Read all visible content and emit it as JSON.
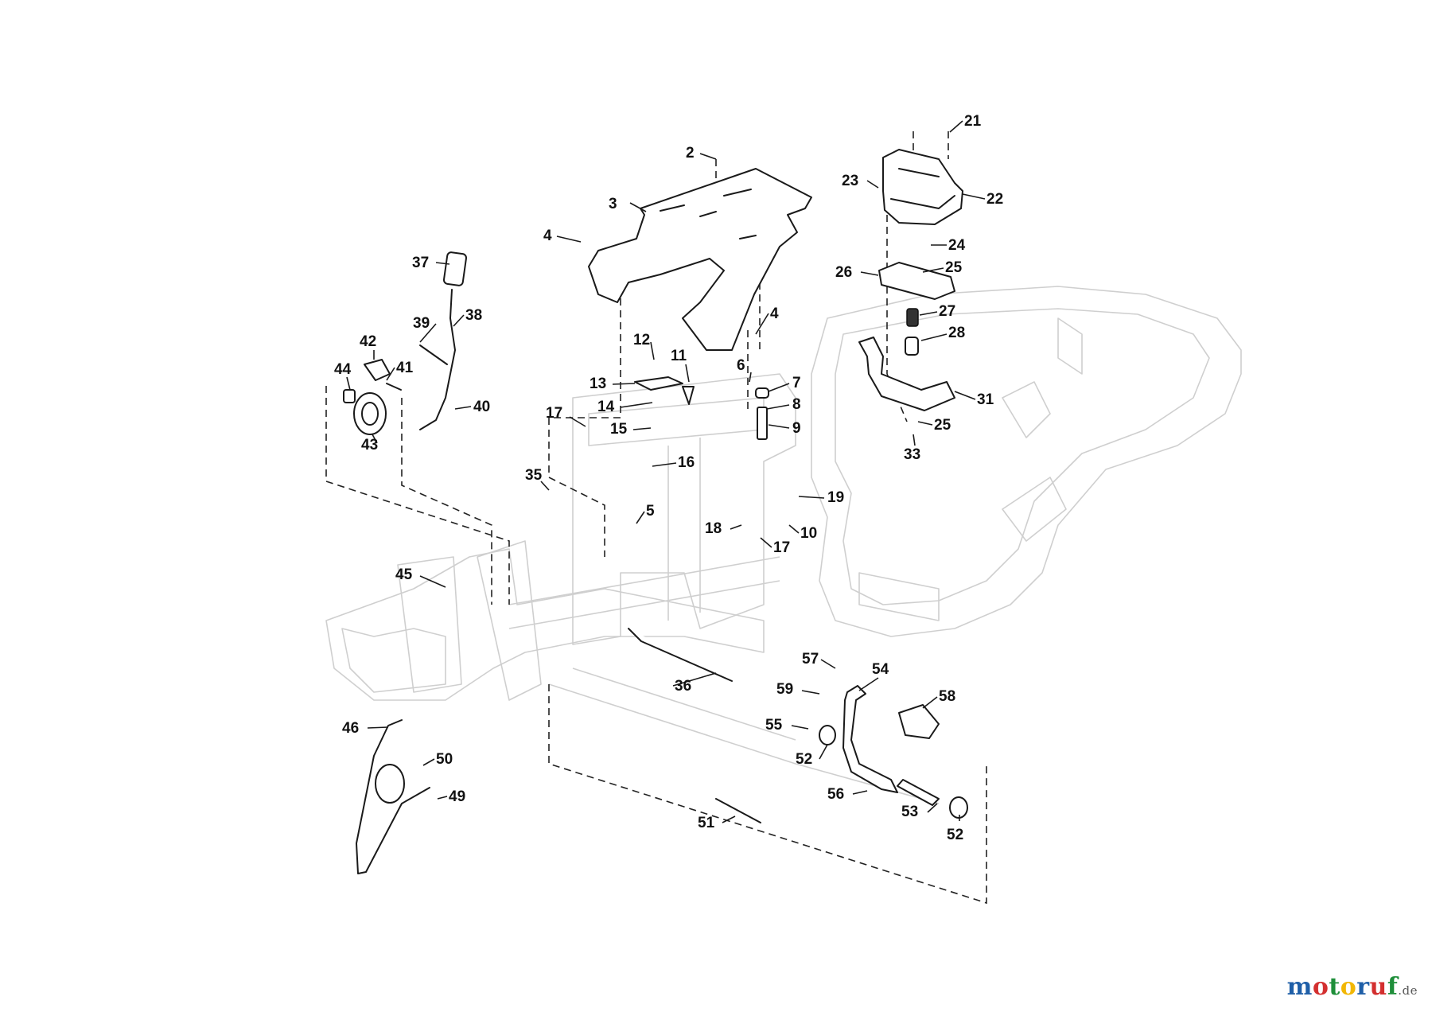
{
  "callouts": [
    "2",
    "3",
    "4",
    "4",
    "37",
    "38",
    "39",
    "42",
    "41",
    "44",
    "40",
    "43",
    "12",
    "11",
    "6",
    "7",
    "8",
    "9",
    "13",
    "14",
    "15",
    "17",
    "16",
    "35",
    "5",
    "18",
    "17",
    "19",
    "10",
    "21",
    "23",
    "22",
    "24",
    "26",
    "25",
    "27",
    "28",
    "31",
    "25",
    "33",
    "45",
    "36",
    "57",
    "54",
    "59",
    "58",
    "55",
    "52",
    "46",
    "50",
    "49",
    "56",
    "53",
    "52",
    "51"
  ],
  "watermark": {
    "letters": [
      {
        "char": "m",
        "color": "#1f5fa8"
      },
      {
        "char": "o",
        "color": "#d32f2f"
      },
      {
        "char": "t",
        "color": "#1f8f3a"
      },
      {
        "char": "o",
        "color": "#f2b705"
      },
      {
        "char": "r",
        "color": "#1f5fa8"
      },
      {
        "char": "u",
        "color": "#d32f2f"
      },
      {
        "char": "f",
        "color": "#1f8f3a"
      }
    ],
    "tld": ".de"
  },
  "colors": {
    "line": "#1a1a1a",
    "ghost": "#cfcfcf",
    "background": "#ffffff"
  }
}
